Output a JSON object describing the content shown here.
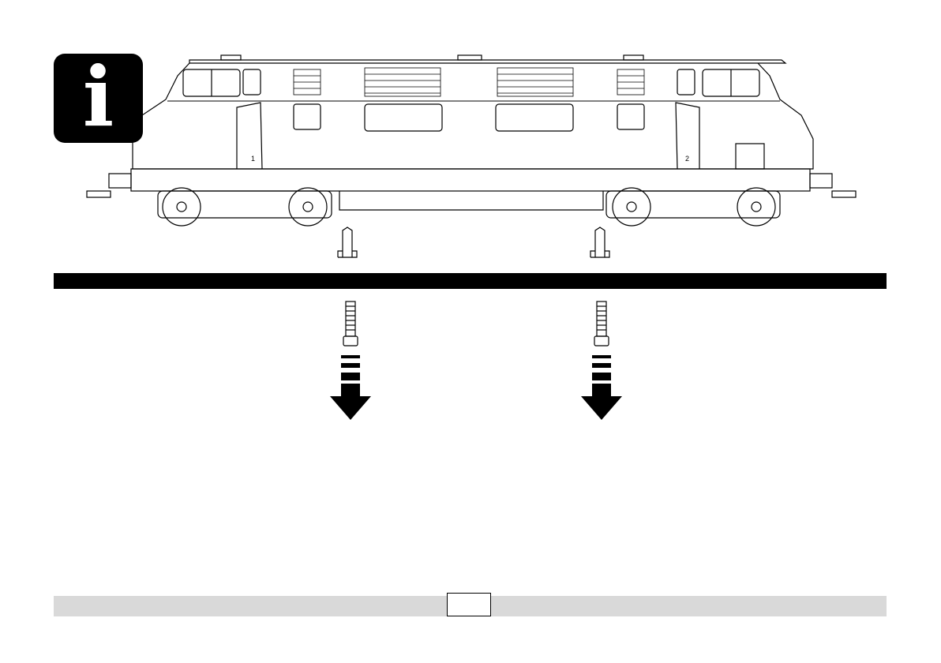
{
  "info_icon": {
    "glyph": "i",
    "name": "info-icon"
  },
  "locomotive": {
    "cab_1_label": "1",
    "cab_2_label": "2",
    "name": "locomotive-drawing"
  },
  "instruction": {
    "screw_icon": "screw-icon",
    "arrow_icon": "down-arrow-icon",
    "support_icon": "bracket-icon"
  },
  "footer": {
    "page_number": ""
  },
  "colors": {
    "ink": "#000000",
    "footer_bar": "#d9d9d9",
    "background": "#ffffff"
  }
}
